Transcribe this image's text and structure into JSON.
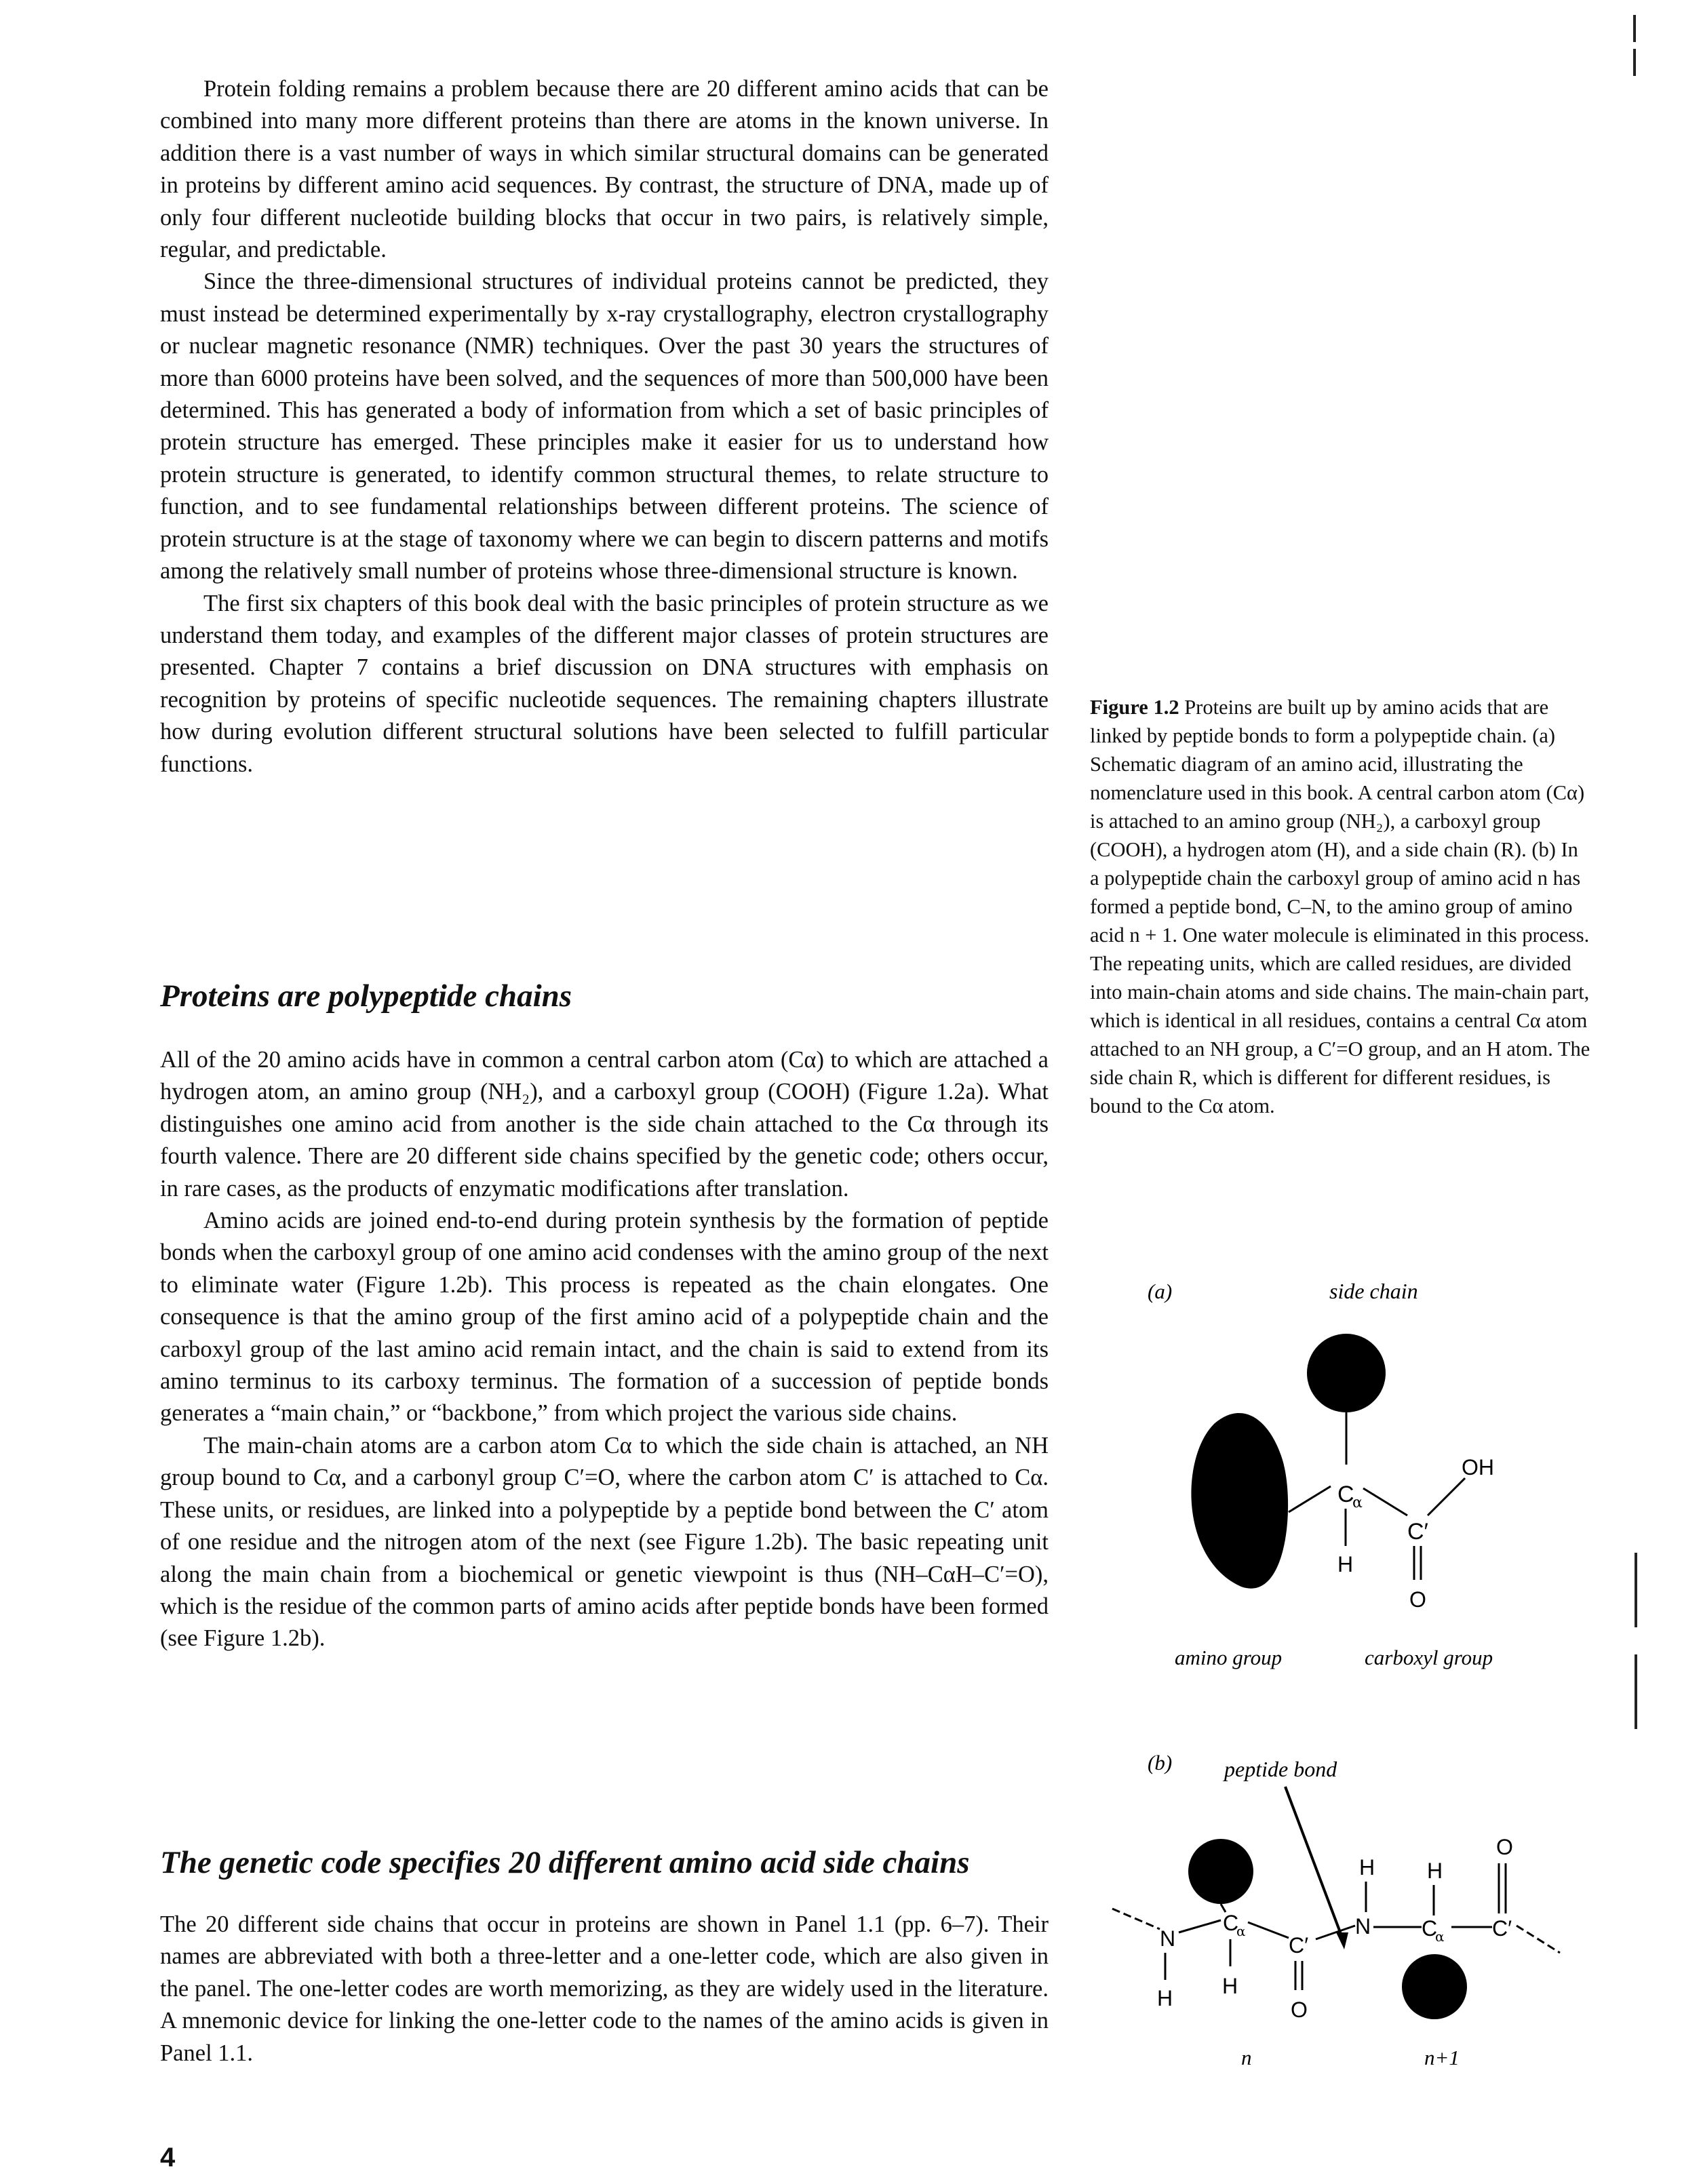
{
  "body": {
    "p1": "Protein folding remains a problem because there are 20 different amino acids that can be combined into many more different proteins than there are atoms in the known universe. In addition there is a vast number of ways in which similar structural domains can be generated in proteins by different amino acid sequences. By contrast, the structure of DNA, made up of only four different nucleotide building blocks that occur in two pairs, is relatively simple, regular, and predictable.",
    "p2": "Since the three-dimensional structures of individual proteins cannot be predicted, they must instead be determined experimentally by x-ray crystallography, electron crystallography or nuclear magnetic resonance (NMR) techniques. Over the past 30 years the structures of more than 6000 proteins have been solved, and the sequences of more than 500,000 have been determined. This has generated a body of information from which a set of basic principles of protein structure has emerged. These principles make it easier for us to understand how protein structure is generated, to identify common structural themes, to relate structure to function, and to see fundamental relationships between different proteins. The science of protein structure is at the stage of taxonomy where we can begin to discern patterns and motifs among the relatively small number of proteins whose three-dimensional structure is known.",
    "p3": "The first six chapters of this book deal with the basic principles of protein structure as we understand them today, and examples of the different major classes of protein structures are presented. Chapter 7 contains a brief discussion on DNA structures with emphasis on recognition by proteins of specific nucleotide sequences. The remaining chapters illustrate how during evolution different structural solutions have been selected to fulfill particular functions.",
    "heading1": "Proteins are polypeptide chains",
    "p4": "All of the 20 amino acids have in common a central carbon atom (Cα) to which are attached a hydrogen atom, an amino group (NH₂), and a carboxyl group (COOH) (Figure 1.2a). What distinguishes one amino acid from another is the side chain attached to the Cα through its fourth valence. There are 20 different side chains specified by the genetic code; others occur, in rare cases, as the products of enzymatic modifications after translation.",
    "p5": "Amino acids are joined end-to-end during protein synthesis by the formation of peptide bonds when the carboxyl group of one amino acid condenses with the amino group of the next to eliminate water (Figure 1.2b). This process is repeated as the chain elongates. One consequence is that the amino group of the first amino acid of a polypeptide chain and the carboxyl group of the last amino acid remain intact, and the chain is said to extend from its amino terminus to its carboxy terminus. The formation of a succession of peptide bonds generates a “main chain,” or “backbone,” from which project the various side chains.",
    "p6": "The main-chain atoms are a carbon atom Cα to which the side chain is attached, an NH group bound to Cα, and a carbonyl group C′=O, where the carbon atom C′ is attached to Cα. These units, or residues, are linked into a polypeptide by a peptide bond between the C′ atom of one residue and the nitrogen atom of the next (see Figure 1.2b). The basic repeating unit along the main chain from a biochemical or genetic viewpoint is thus (NH–CαH–C′=O), which is the residue of the common parts of amino acids after peptide bonds have been formed (see Figure 1.2b).",
    "heading2": "The genetic code specifies 20 different amino acid side chains",
    "p7": "The 20 different side chains that occur in proteins are shown in Panel 1.1 (pp. 6–7). Their names are abbreviated with both a three-letter and a one-letter code, which are also given in the panel. The one-letter codes are worth memorizing, as they are widely used in the literature. A mnemonic device for linking the one-letter code to the names of the amino acids is given in Panel 1.1."
  },
  "caption": {
    "label": "Figure 1.2",
    "text": "Proteins are built up by amino acids that are linked by peptide bonds to form a polypeptide chain. (a) Schematic diagram of an amino acid, illustrating the nomenclature used in this book. A central carbon atom (Cα) is attached to an amino group (NH₂), a carboxyl group (COOH), a hydrogen atom (H), and a side chain (R). (b) In a polypeptide chain the carboxyl group of amino acid n has formed a peptide bond, C–N, to the amino group of amino acid n + 1. One water molecule is eliminated in this process. The repeating units, which are called residues, are divided into main-chain atoms and side chains. The main-chain part, which is identical in all residues, contains a central Cα atom attached to an NH group, a C′=O group, and an H atom. The side chain R, which is different for different residues, is bound to the Cα atom."
  },
  "figure": {
    "a": {
      "panel": "(a)",
      "side_chain": "side chain",
      "amino_group": "amino group",
      "carboxyl_group": "carboxyl group",
      "oh": "OH",
      "c_prime": "C′",
      "c": "C",
      "alpha": "α",
      "h": "H",
      "o": "O"
    },
    "b": {
      "panel": "(b)",
      "peptide_bond": "peptide bond",
      "n_atom": "N",
      "c": "C",
      "alpha": "α",
      "c_prime": "C′",
      "h": "H",
      "o": "O",
      "residue_n": "n",
      "residue_n1": "n+1"
    }
  },
  "page_number": "4"
}
